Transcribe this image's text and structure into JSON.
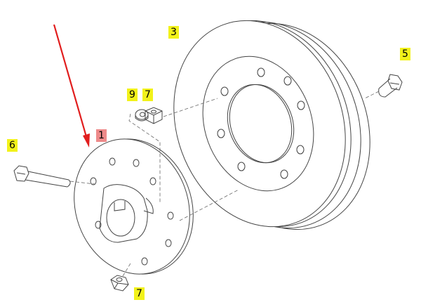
{
  "callouts": [
    {
      "id": "c1",
      "label": "1",
      "highlight": "#ee8a8a"
    },
    {
      "id": "c3",
      "label": "3",
      "highlight": "#f2f21a"
    },
    {
      "id": "c5",
      "label": "5",
      "highlight": "#f2f21a"
    },
    {
      "id": "c6",
      "label": "6",
      "highlight": "#f2f21a"
    },
    {
      "id": "c9",
      "label": "9",
      "highlight": "#f2f21a"
    },
    {
      "id": "c7a",
      "label": "7",
      "highlight": "#f2f21a"
    },
    {
      "id": "c7b",
      "label": "7",
      "highlight": "#f2f21a"
    }
  ],
  "arrow_color": "#e11d1d",
  "line_color": "#444444"
}
